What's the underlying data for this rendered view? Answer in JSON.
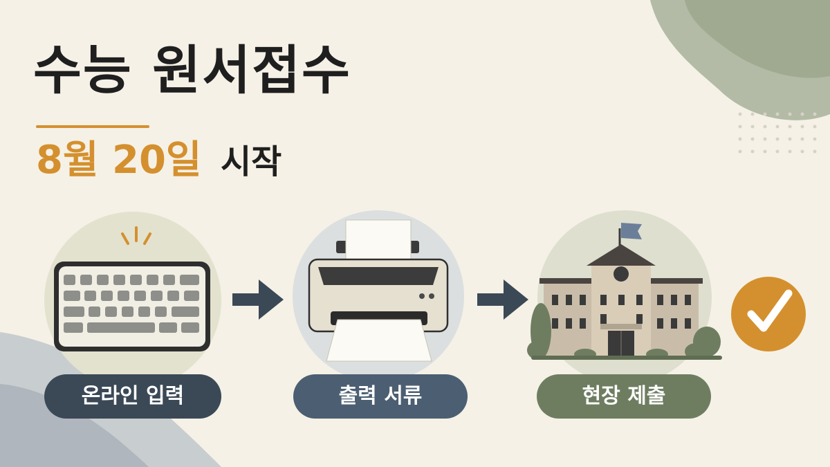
{
  "title": "수능 원서접수",
  "subtitle": {
    "date": "8월 20일",
    "word": "시작"
  },
  "steps": [
    {
      "label": "온라인 입력",
      "icon": "keyboard-icon"
    },
    {
      "label": "출력 서류",
      "icon": "printer-icon"
    },
    {
      "label": "현장 제출",
      "icon": "school-building-icon"
    }
  ],
  "final_icon": "checkmark-icon",
  "colors": {
    "background": "#f5f1e6",
    "accent_orange": "#d4902e",
    "title_text": "#1f1f1f",
    "navy": "#3b4856",
    "slate_blue": "#4c5e72",
    "olive": "#6e7d60"
  }
}
